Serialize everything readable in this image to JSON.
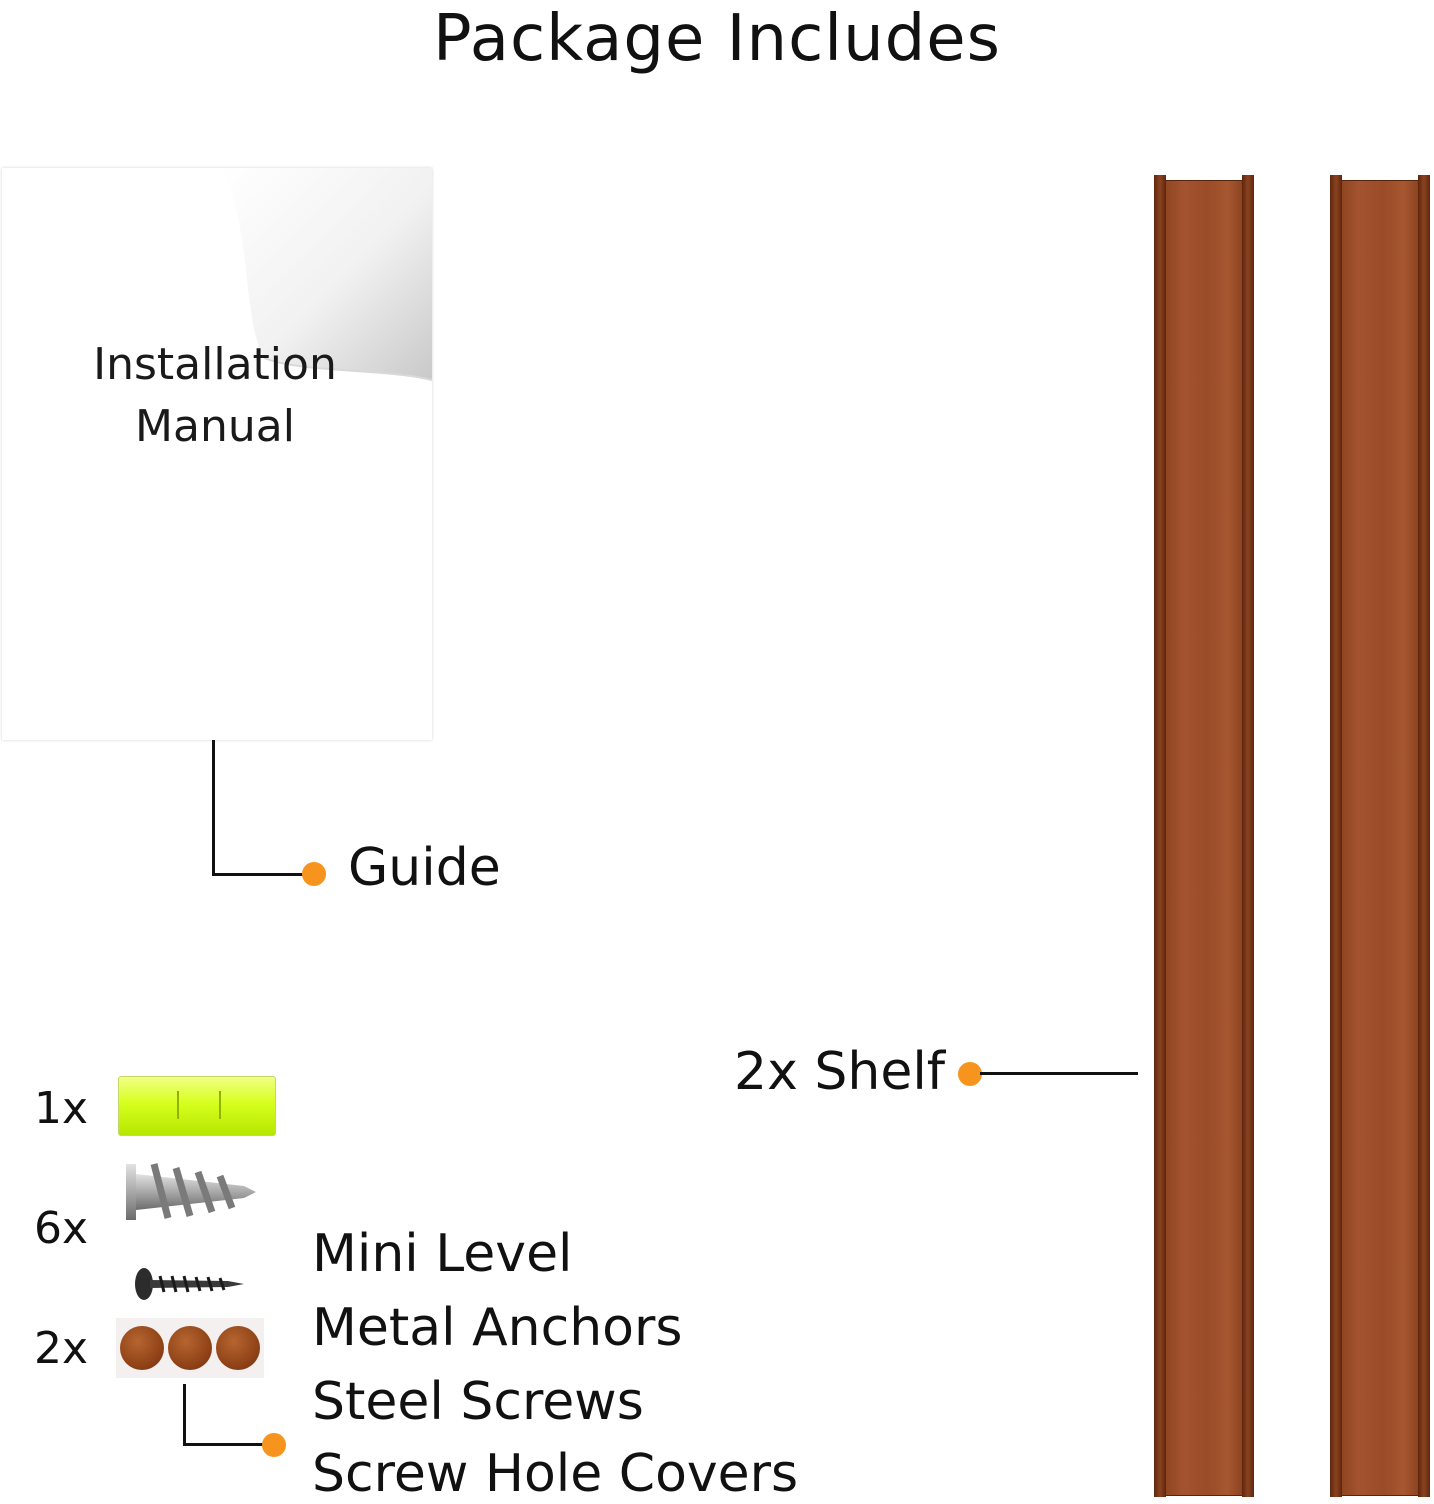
{
  "title": "Package Includes",
  "manual": {
    "line1": "Installation",
    "line2": "Manual"
  },
  "guide_label": "Guide",
  "shelf_label": "2x Shelf",
  "hardware": {
    "counts": [
      "1x",
      "6x",
      "2x"
    ],
    "items": [
      "Mini Level",
      "Metal Anchors",
      "Steel Screws",
      "Screw Hole Covers"
    ]
  },
  "colors": {
    "accent_dot": "#f7941d",
    "wood": "#9a4b28",
    "level": "#d6ff1e"
  }
}
